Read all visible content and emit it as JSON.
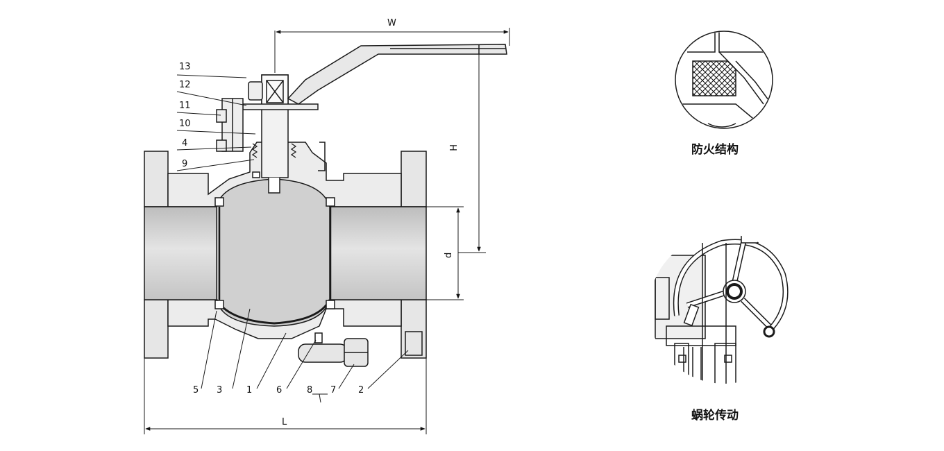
{
  "main_view": {
    "part_numbers": {
      "p13": "13",
      "p12": "12",
      "p11": "11",
      "p10": "10",
      "p4": "4",
      "p9": "9",
      "p5": "5",
      "p3": "3",
      "p1": "1",
      "p6": "6",
      "p8": "8",
      "p7": "7",
      "p2": "2"
    },
    "dimensions": {
      "width": "W",
      "height": "H",
      "bore": "d",
      "length": "L"
    }
  },
  "detail_fireproof": {
    "caption": "防火结构"
  },
  "detail_worm_gear": {
    "caption": "蜗轮传动"
  },
  "colors": {
    "line": "#1a1a1a",
    "body_fill": "#e6e6e6",
    "pipe_fill": "#d2d2d2",
    "ball_fill": "#c8c8c8",
    "background": "#ffffff"
  }
}
